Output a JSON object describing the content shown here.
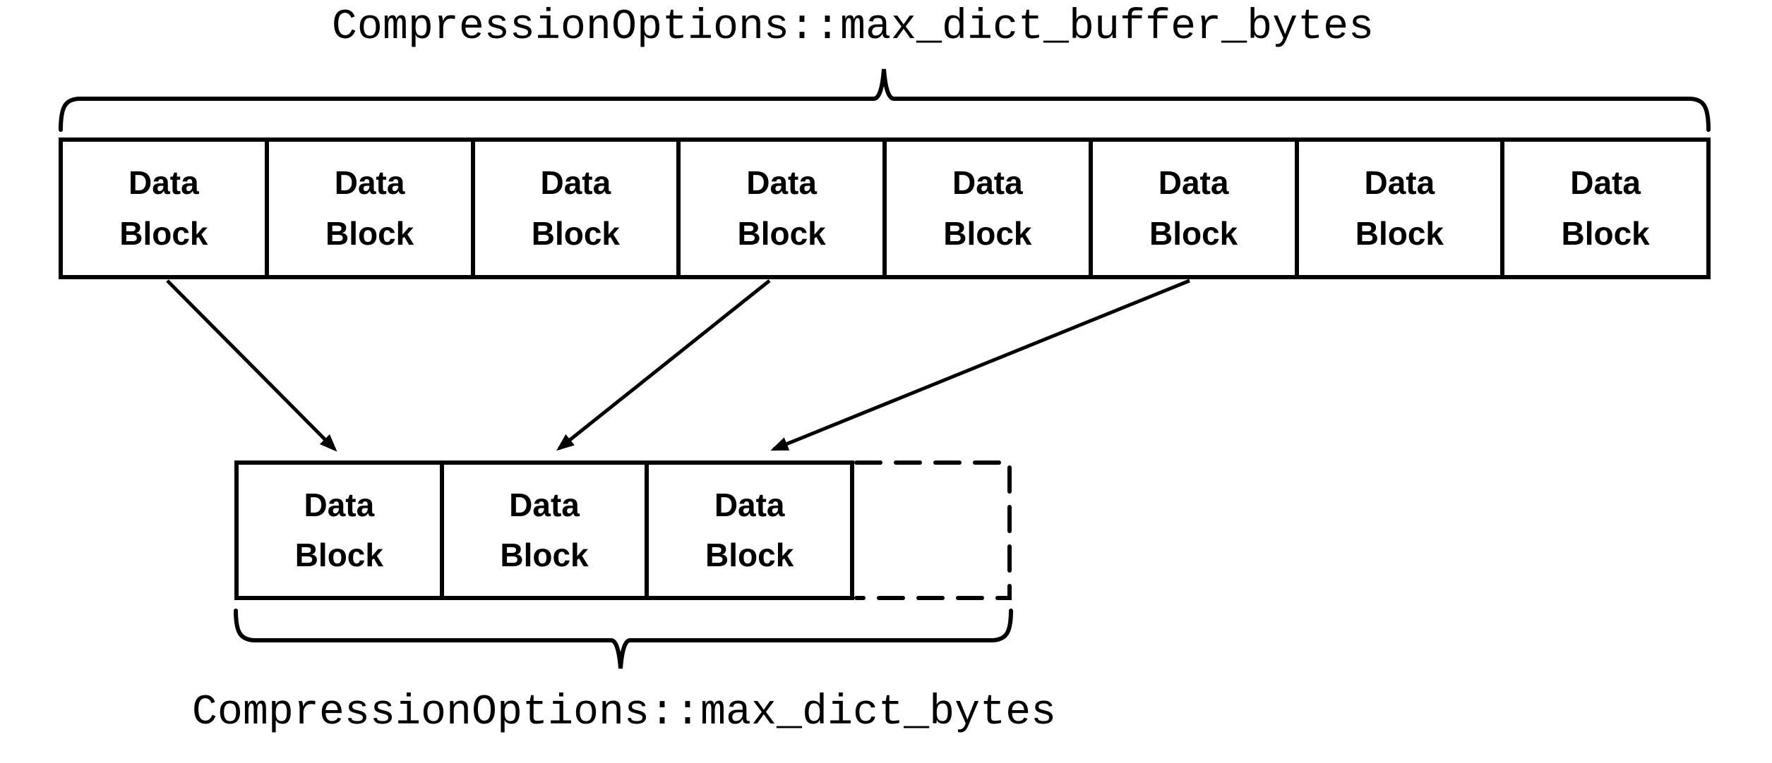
{
  "colors": {
    "ink": "#000000",
    "background": "#ffffff"
  },
  "labels": {
    "buffer_bytes": "CompressionOptions::max_dict_buffer_bytes",
    "dict_bytes": "CompressionOptions::max_dict_bytes"
  },
  "buffer_row": {
    "block_count": 8,
    "blocks": [
      {
        "label": "Data\nBlock"
      },
      {
        "label": "Data\nBlock"
      },
      {
        "label": "Data\nBlock"
      },
      {
        "label": "Data\nBlock"
      },
      {
        "label": "Data\nBlock"
      },
      {
        "label": "Data\nBlock"
      },
      {
        "label": "Data\nBlock"
      },
      {
        "label": "Data\nBlock"
      }
    ]
  },
  "dict_row": {
    "block_count": 3,
    "blocks": [
      {
        "label": "Data\nBlock"
      },
      {
        "label": "Data\nBlock"
      },
      {
        "label": "Data\nBlock"
      }
    ],
    "dashed_placeholder": {
      "present": true,
      "label": ""
    }
  },
  "arrows": [
    {
      "from": "buffer-block-1",
      "to": "dict-block-1"
    },
    {
      "from": "buffer-block-4",
      "to": "dict-block-2"
    },
    {
      "from": "buffer-block-6",
      "to": "dict-block-3"
    }
  ]
}
